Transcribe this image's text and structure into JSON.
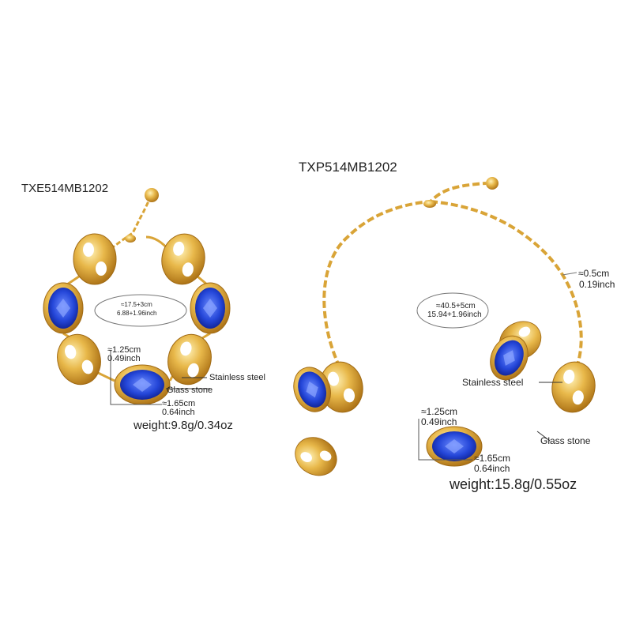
{
  "bracelet": {
    "sku": "TXE514MB1202",
    "length": [
      "≈17.5+3cm",
      "6.88+1.96inch"
    ],
    "height": [
      "≈1.25cm",
      "0.49inch"
    ],
    "width": [
      "≈1.65cm",
      "0.64inch"
    ],
    "material_label": "Stainless steel",
    "stone_label": "Glass stone",
    "weight": "weight:9.8g/0.34oz"
  },
  "necklace": {
    "sku": "TXP514MB1202",
    "length": [
      "≈40.5+5cm",
      "15.94+1.96inch"
    ],
    "chain_width": [
      "≈0.5cm",
      "0.19inch"
    ],
    "height": [
      "≈1.25cm",
      "0.49inch"
    ],
    "width": [
      "≈1.65cm",
      "0.64inch"
    ],
    "material_label": "Stainless steel",
    "stone_label": "Glass stone",
    "weight": "weight:15.8g/0.55oz"
  },
  "colors": {
    "gold": "#d9a437",
    "stone": "#1f3fd0"
  }
}
